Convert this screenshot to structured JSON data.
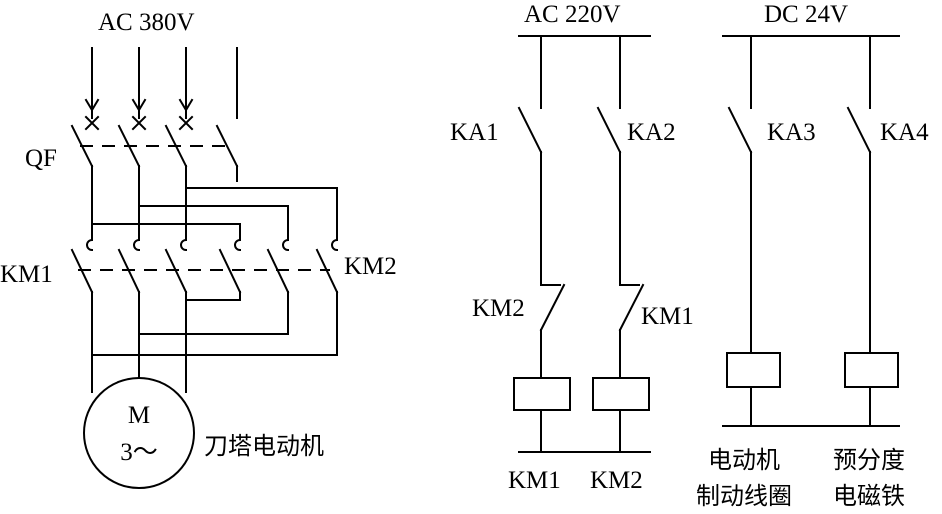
{
  "power": {
    "label": "AC 380V",
    "breaker": "QF",
    "contactor_forward": "KM1",
    "contactor_reverse": "KM2"
  },
  "motor": {
    "symbol_line1": "M",
    "symbol_line2": "3～",
    "name": "刀塔电动机"
  },
  "ac_control": {
    "label": "AC 220V",
    "relay_left": "KA1",
    "relay_right": "KA2",
    "interlock_left": "KM2",
    "interlock_right": "KM1",
    "coil_left": "KM1",
    "coil_right": "KM2"
  },
  "dc_control": {
    "label": "DC 24V",
    "relay_left": "KA3",
    "relay_right": "KA4",
    "load_left_line1": "电动机",
    "load_left_line2": "制动线圈",
    "load_right_line1": "预分度",
    "load_right_line2": "电磁铁"
  }
}
